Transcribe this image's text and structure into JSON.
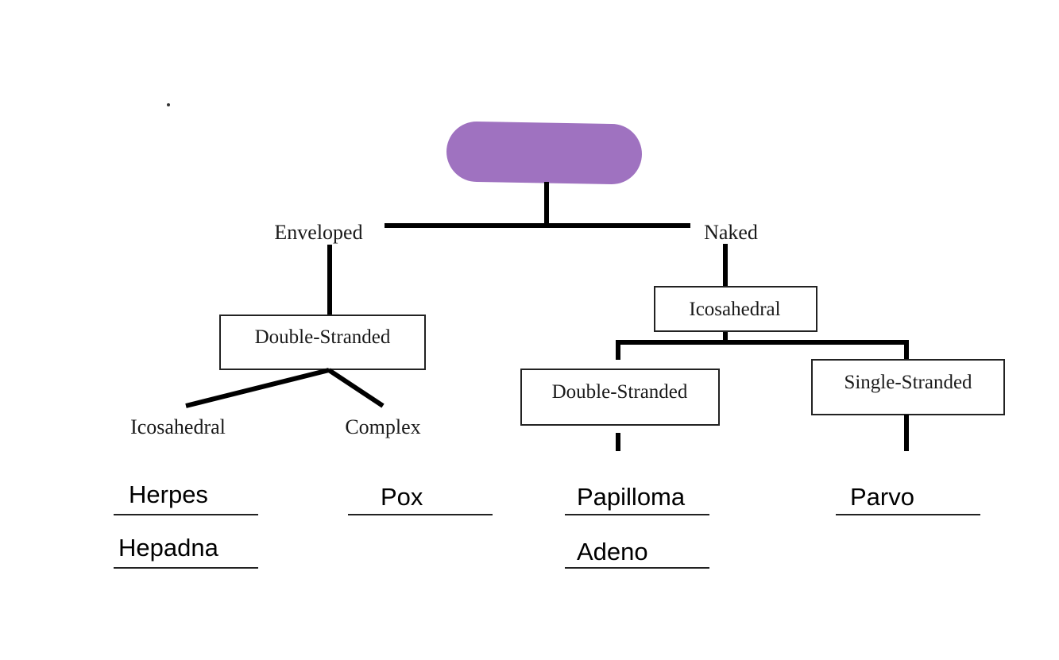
{
  "diagram": {
    "root": {
      "label": "",
      "color": "#9f72c0"
    },
    "branches": [
      {
        "label": "Enveloped",
        "children": [
          {
            "label": "Double-Stranded",
            "boxed": true,
            "children": [
              {
                "label": "Icosahedral",
                "answers": [
                  "Herpes",
                  "Hepadna"
                ]
              },
              {
                "label": "Complex",
                "answers": [
                  "Pox"
                ]
              }
            ]
          }
        ]
      },
      {
        "label": "Naked",
        "children": [
          {
            "label": "Icosahedral",
            "boxed": true,
            "children": [
              {
                "label": "Double-Stranded",
                "boxed": true,
                "answers": [
                  "Papilloma",
                  "Adeno"
                ]
              },
              {
                "label": "Single-Stranded",
                "boxed": true,
                "answers": [
                  "Parvo"
                ]
              }
            ]
          }
        ]
      }
    ]
  }
}
